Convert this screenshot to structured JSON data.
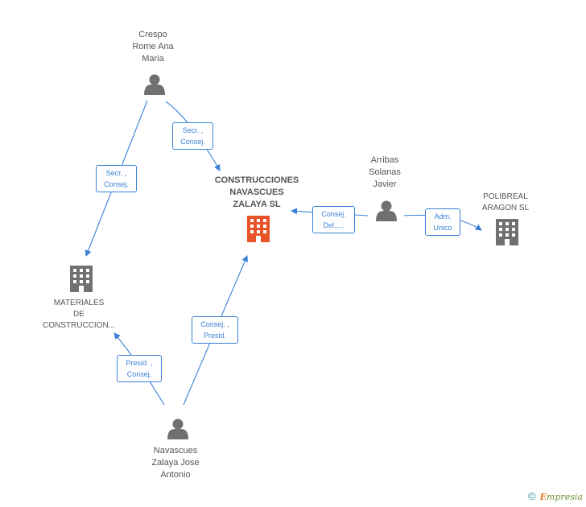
{
  "nodes": {
    "crespo": {
      "name": "Crespo\nRome Ana\nMaria",
      "icon": "person-icon"
    },
    "construcciones": {
      "name": "CONSTRUCCIONES\nNAVASCUES\nZALAYA SL",
      "icon": "building-icon",
      "color": "#e8542a"
    },
    "arribas": {
      "name": "Arribas\nSolanas\nJavier",
      "icon": "person-icon"
    },
    "polibreal": {
      "name": "POLIBREAL\nARAGON SL",
      "icon": "building-icon"
    },
    "materiales": {
      "name": "MATERIALES\nDE\nCONSTRUCCION...",
      "icon": "building-icon"
    },
    "navascues": {
      "name": "Navascues\nZalaya Jose\nAntonio",
      "icon": "person-icon"
    }
  },
  "edges": [
    {
      "from": "crespo",
      "to": "construcciones",
      "label": "Secr. ,\nConsej."
    },
    {
      "from": "crespo",
      "to": "materiales",
      "label": "Secr. ,\nConsej."
    },
    {
      "from": "arribas",
      "to": "construcciones",
      "label": "Consej.\nDel.,..."
    },
    {
      "from": "arribas",
      "to": "polibreal",
      "label": "Adm.\nUnico"
    },
    {
      "from": "navascues",
      "to": "construcciones",
      "label": "Consej. ,\nPresid."
    },
    {
      "from": "navascues",
      "to": "materiales",
      "label": "Presid. ,\nConsej."
    }
  ],
  "colors": {
    "edge": "#3a80d6",
    "icon": "#707070",
    "highlight": "#e8542a"
  },
  "footer": {
    "copyright": "©",
    "brand_initial": "E",
    "brand_rest": "mpresia"
  }
}
